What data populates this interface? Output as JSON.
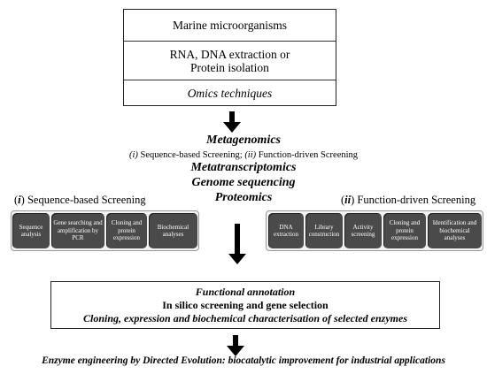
{
  "top_box": {
    "row1": "Marine microorganisms",
    "row2_line1": "RNA, DNA extraction or",
    "row2_line2": "Protein isolation",
    "row3": "Omics techniques"
  },
  "omics": {
    "metagenomics": "Metagenomics",
    "screening_sub_i": "(i)",
    "screening_sub_i_text": " Sequence-based Screening; ",
    "screening_sub_ii": "(ii)",
    "screening_sub_ii_text": " Function-driven Screening",
    "metatranscriptomics": "Metatranscriptomics",
    "genome_sequencing": "Genome sequencing",
    "proteomics": "Proteomics"
  },
  "left_section": {
    "numeral": "i",
    "label": " Sequence-based Screening",
    "steps": [
      "Sequence analysis",
      "Gene searching and amplification by PCR",
      "Cloning and protein expression",
      "Biochemical analyses"
    ]
  },
  "right_section": {
    "numeral": "ii",
    "label": " Function-driven Screening",
    "steps": [
      "DNA extraction",
      "Library construction",
      "Activity screening",
      "Cloning and protein expression",
      "Identification and biochemical analyses"
    ]
  },
  "bottom_box": {
    "line1": "Functional annotation",
    "line2": "In silico screening and gene selection",
    "line3": "Cloning, expression and biochemical characterisation of selected enzymes"
  },
  "final_text": "Enzyme engineering by Directed Evolution: biocatalytic improvement for industrial applications"
}
